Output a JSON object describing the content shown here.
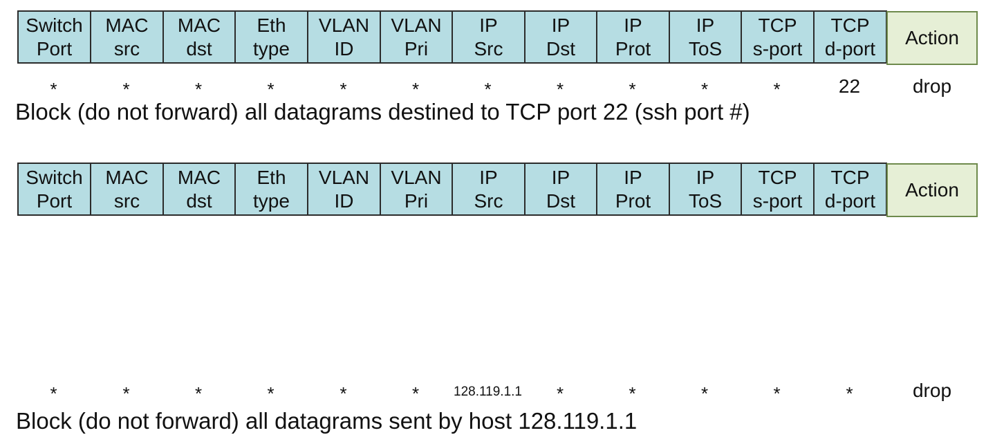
{
  "fields": [
    [
      "Switch",
      "Port"
    ],
    [
      "MAC",
      "src"
    ],
    [
      "MAC",
      "dst"
    ],
    [
      "Eth",
      "type"
    ],
    [
      "VLAN",
      "ID"
    ],
    [
      "VLAN",
      "Pri"
    ],
    [
      "IP",
      "Src"
    ],
    [
      "IP",
      "Dst"
    ],
    [
      "IP",
      "Prot"
    ],
    [
      "IP",
      "ToS"
    ],
    [
      "TCP",
      "s-port"
    ],
    [
      "TCP",
      "d-port"
    ]
  ],
  "action_label": "Action",
  "rules": [
    {
      "values": [
        "*",
        "*",
        "*",
        "*",
        "*",
        "*",
        "*",
        "*",
        "*",
        "*",
        "*",
        "22"
      ],
      "action": "drop",
      "caption": "Block (do not forward) all datagrams destined to TCP  port 22 (ssh port #)"
    },
    {
      "values": [
        "*",
        "*",
        "*",
        "*",
        "*",
        "*",
        "128.119.1.1",
        "*",
        "*",
        "*",
        "*",
        "*"
      ],
      "action": "drop",
      "caption": "Block (do not forward) all datagrams sent by host 128.119.1.1"
    }
  ],
  "colors": {
    "field_fill": "#b6dde3",
    "field_border": "#2b2b2b",
    "action_fill": "#e6efd6",
    "action_border": "#6e8a4c"
  }
}
